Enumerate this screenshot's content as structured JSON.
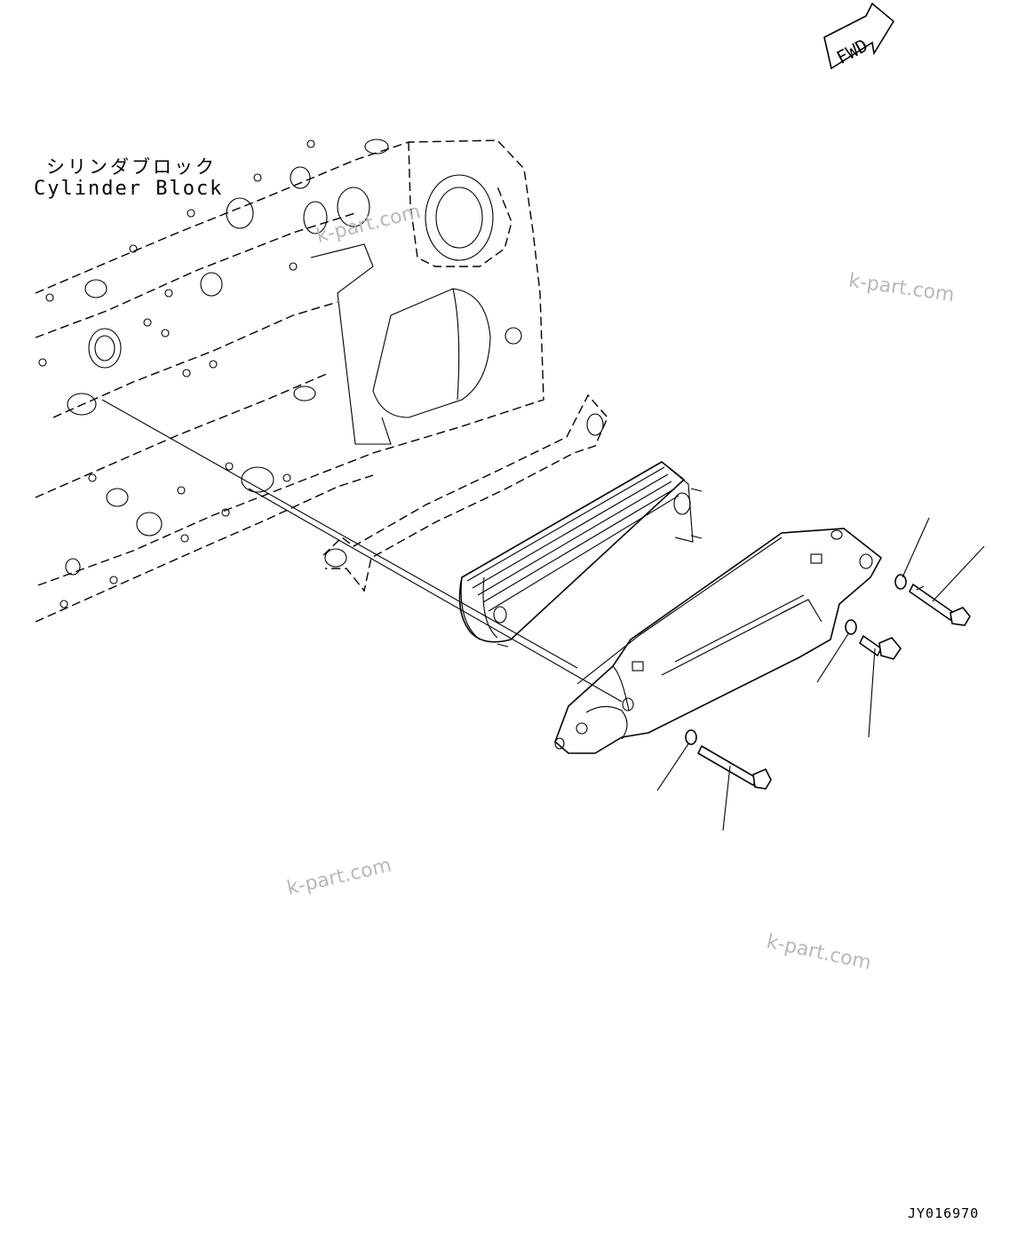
{
  "labels": {
    "cylinder_block_jp": "シリンダブロック",
    "cylinder_block_en": "Cylinder Block",
    "drawing_code": "JY016970",
    "fwd": "FWD"
  },
  "watermarks": [
    "k-part.com",
    "k-part.com",
    "k-part.com",
    "k-part.com"
  ]
}
